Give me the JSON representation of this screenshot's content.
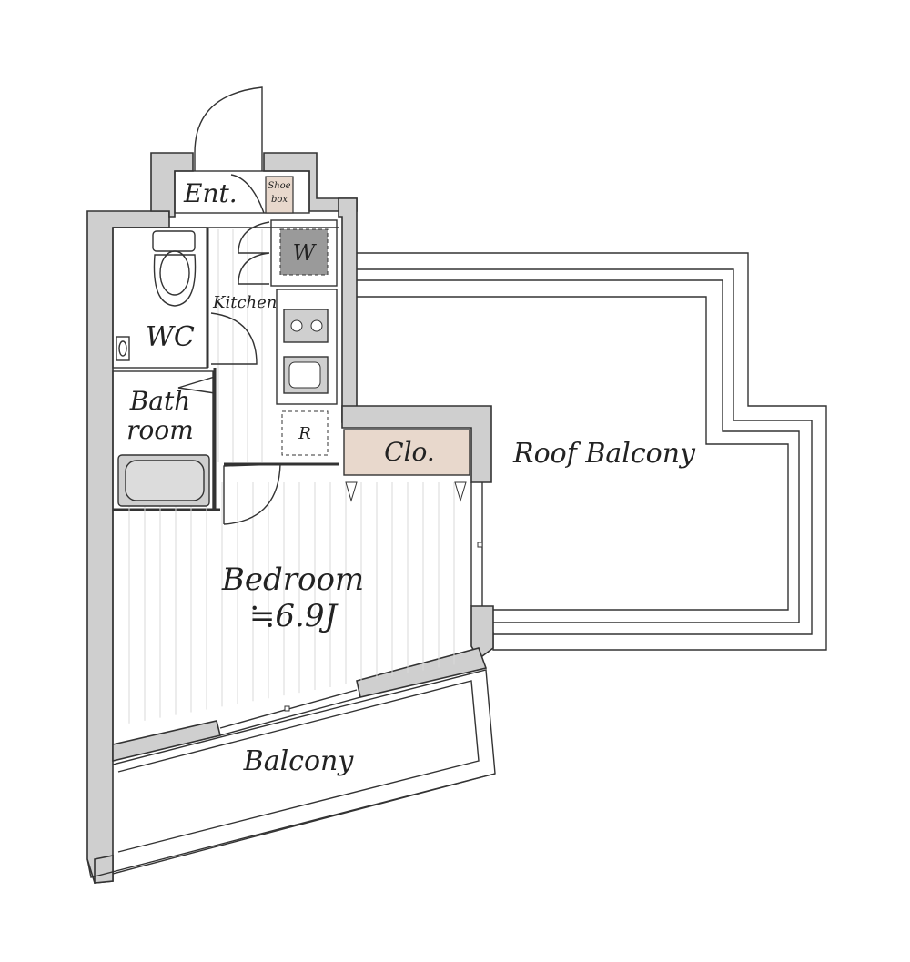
{
  "rooms": {
    "entrance": "Ent.",
    "shoe_box": "Shoe box",
    "washer": "W",
    "kitchen": "Kitchen",
    "wc": "WC",
    "bathroom_line1": "Bath",
    "bathroom_line2": "room",
    "refrigerator": "R",
    "closet": "Clo.",
    "bedroom": "Bedroom",
    "bedroom_size": "≒6.9J",
    "roof_balcony": "Roof Balcony",
    "balcony": "Balcony"
  },
  "colors": {
    "wall": "#cfcfcf",
    "closet": "#e8d8cc",
    "shoe_box": "#e8d8cc",
    "washer": "#9a9a9a",
    "line": "#333333"
  }
}
